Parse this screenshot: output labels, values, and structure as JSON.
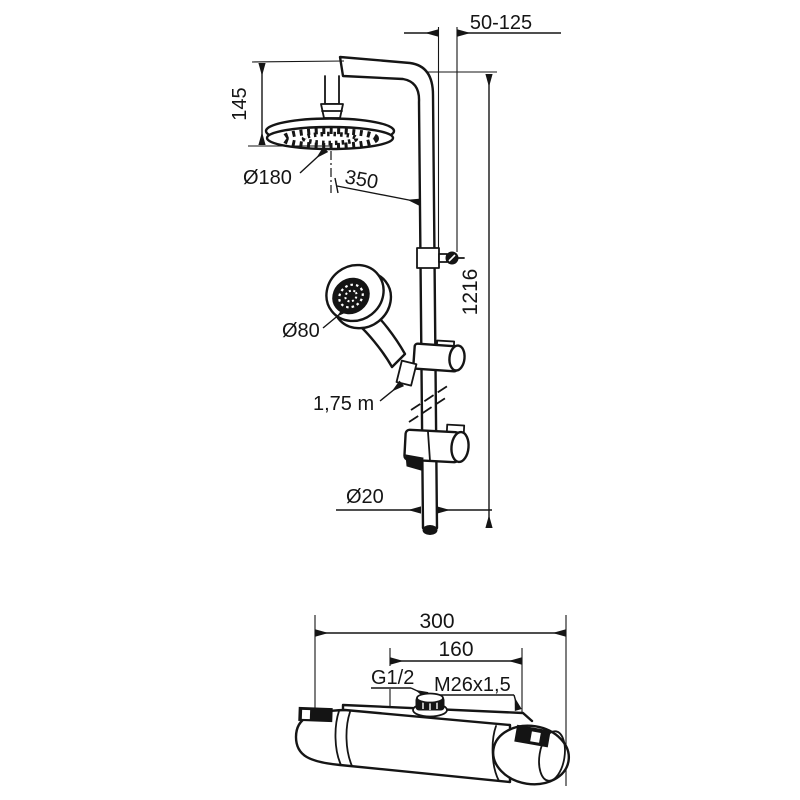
{
  "drawing": {
    "background": "#ffffff",
    "line_color": "#151515",
    "labels": {
      "top_offset": "50-125",
      "head_drop": "145",
      "head_diameter": "Ø180",
      "arm_reach": "350",
      "column_height": "1216",
      "hand_shower_diameter": "Ø80",
      "hose_length": "1,75 m",
      "pipe_diameter": "Ø20",
      "mixer_width": "300",
      "mixer_cc": "160",
      "outlet_thread": "G1/2",
      "riser_connection_thread": "M26x1,5"
    }
  }
}
